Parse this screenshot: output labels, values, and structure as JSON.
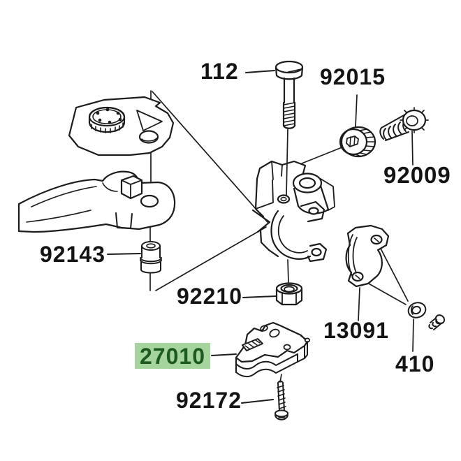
{
  "diagram": {
    "kind": "exploded-parts-diagram",
    "colors": {
      "background": "#ffffff",
      "line": "#1c1c1c",
      "label_text": "#141414",
      "highlight_bg": "#a6d49d",
      "highlight_text": "#1c5a22"
    },
    "parts": [
      {
        "number": "112",
        "drawing": "flange-bolt",
        "highlighted": false
      },
      {
        "number": "92015",
        "drawing": "knurled-adjuster-nut",
        "highlighted": false
      },
      {
        "number": "92009",
        "drawing": "adjuster-screw",
        "highlighted": false
      },
      {
        "number": "92143",
        "drawing": "collar-bushing",
        "highlighted": false
      },
      {
        "number": "92210",
        "drawing": "hex-nut",
        "highlighted": false
      },
      {
        "number": "13091",
        "drawing": "holder-clamp",
        "highlighted": false
      },
      {
        "number": "410",
        "drawing": "washer",
        "highlighted": false
      },
      {
        "number": "27010",
        "drawing": "clutch-switch",
        "highlighted": true
      },
      {
        "number": "92172",
        "drawing": "pan-head-screw",
        "highlighted": false
      }
    ]
  }
}
